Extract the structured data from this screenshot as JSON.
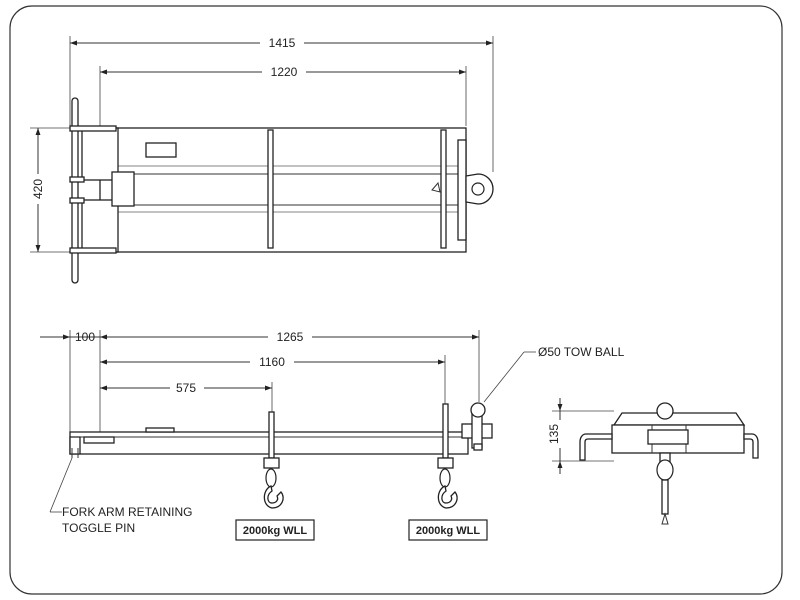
{
  "dimensions": {
    "overall_length": "1415",
    "beam_length": "1220",
    "width": "420",
    "offset": "100",
    "ball_distance": "1265",
    "hook2_distance": "1160",
    "hook1_distance": "575",
    "height": "135"
  },
  "labels": {
    "tow_ball": "Ø50 TOW BALL",
    "toggle_pin_line1": "FORK ARM RETAINING",
    "toggle_pin_line2": "TOGGLE PIN",
    "hook1_wll": "2000kg WLL",
    "hook2_wll": "2000kg WLL"
  },
  "icons": [
    "hook-icon",
    "tow-ball-icon",
    "toggle-pin-icon"
  ]
}
